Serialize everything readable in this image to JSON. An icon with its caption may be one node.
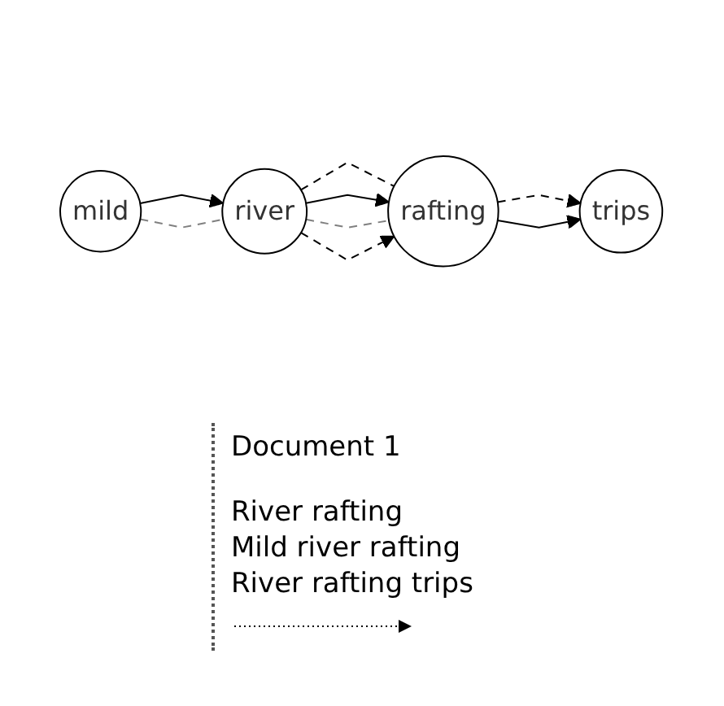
{
  "diagram": {
    "nodes": [
      {
        "text": [
          "mild"
        ]
      },
      {
        "text": [
          "river"
        ]
      },
      {
        "text": [
          "rafting"
        ]
      },
      {
        "text": [
          "trips"
        ]
      }
    ],
    "edges": [
      {
        "from": 0,
        "to": 1,
        "arrow": "to"
      },
      {
        "from": 0,
        "to": 1,
        "arrow": "none",
        "style": "dashed",
        "color": "#808080"
      },
      {
        "from": 1,
        "to": 2,
        "arrow": "none",
        "style": "dashed"
      },
      {
        "from": 1,
        "to": 2,
        "arrow": "to"
      },
      {
        "from": 1,
        "to": 2,
        "arrow": "none",
        "style": "dashed",
        "color": "#808080"
      },
      {
        "from": 1,
        "to": 2,
        "arrow": "to",
        "style": "dashed"
      },
      {
        "from": 2,
        "to": 3,
        "arrow": "to",
        "style": "dashed"
      },
      {
        "from": 2,
        "to": 3,
        "arrow": "to"
      }
    ],
    "labels": [
      "Document 1",
      "River rafting",
      "Mild river rafting",
      "River rafting trips"
    ]
  }
}
